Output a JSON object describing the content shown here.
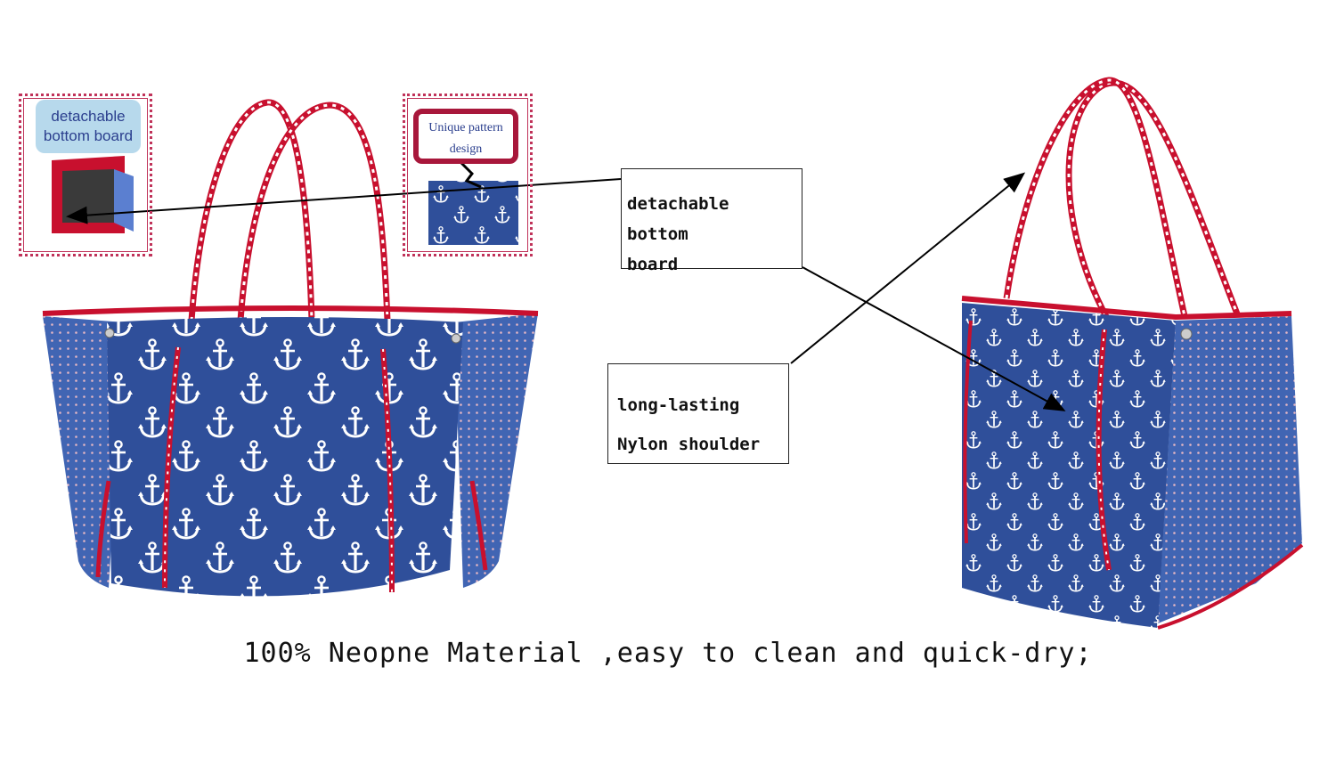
{
  "insets": {
    "bottom_board_label": "detachable\nbottom board",
    "pattern_label": "Unique pattern\ndesign"
  },
  "callouts": {
    "bottom_board": "detachable bottom\n board",
    "shoulder": "long-lasting\nNylon shoulder"
  },
  "caption": "100% Neopne Material ,easy to clean and quick-dry;",
  "colors": {
    "bag_blue": "#2f4f9a",
    "panel_blue": "#4165b3",
    "trim_red": "#c8102e",
    "stamp_border": "#c0335a",
    "anchor": "#ffffff"
  }
}
